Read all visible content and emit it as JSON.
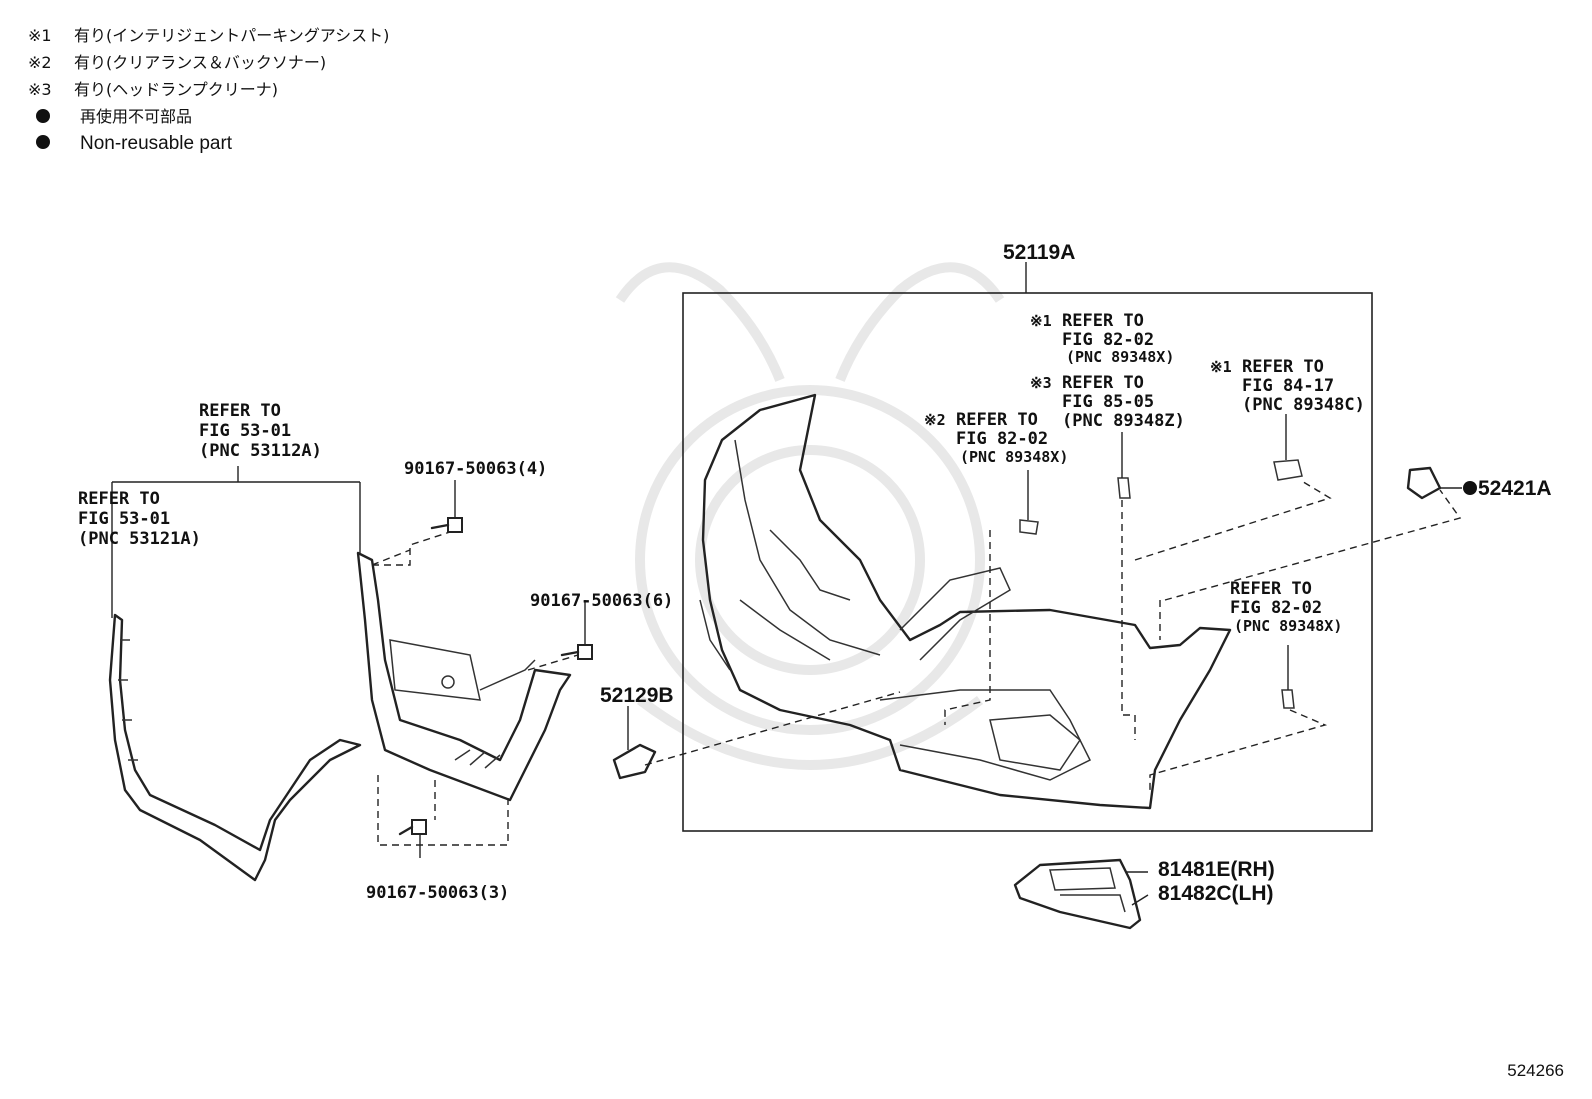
{
  "notes": [
    {
      "mark": "※1",
      "text": "有り(インテリジェントパーキングアシスト)"
    },
    {
      "mark": "※2",
      "text": "有り(クリアランス＆バックソナー)"
    },
    {
      "mark": "※3",
      "text": "有り(ヘッドランプクリーナ)"
    }
  ],
  "legend": [
    {
      "text": "再使用不可部品"
    },
    {
      "text": "Non-reusable part"
    }
  ],
  "figure_number": "524266",
  "parts": {
    "bumper_cover": "52119A",
    "retainer": "52421A",
    "cap": "52129B",
    "lamp_rh": "81481E(RH)",
    "lamp_lh": "81482C(LH)",
    "screw_4": "90167-50063(4)",
    "screw_6": "90167-50063(6)",
    "screw_3": "90167-50063(3)"
  },
  "refs": {
    "grille_upper": {
      "l1": "REFER TO",
      "l2": "FIG 53-01",
      "l3": "(PNC 53112A)"
    },
    "grille_lower": {
      "l1": "REFER TO",
      "l2": "FIG 53-01",
      "l3": "(PNC 53121A)"
    },
    "sensor_1a": {
      "mark": "※1",
      "l1": "REFER TO",
      "l2": "FIG 82-02",
      "l3": "(PNC 89348X)"
    },
    "sensor_3": {
      "mark": "※3",
      "l1": "REFER TO",
      "l2": "FIG 85-05",
      "l3": "(PNC 89348Z)"
    },
    "sensor_2": {
      "mark": "※2",
      "l1": "REFER TO",
      "l2": "FIG 82-02",
      "l3": "(PNC 89348X)"
    },
    "sensor_1b": {
      "mark": "※1",
      "l1": "REFER TO",
      "l2": "FIG 84-17",
      "l3": "(PNC 89348C)"
    },
    "sensor_side": {
      "l1": "REFER TO",
      "l2": "FIG 82-02",
      "l3": "(PNC 89348X)"
    }
  }
}
